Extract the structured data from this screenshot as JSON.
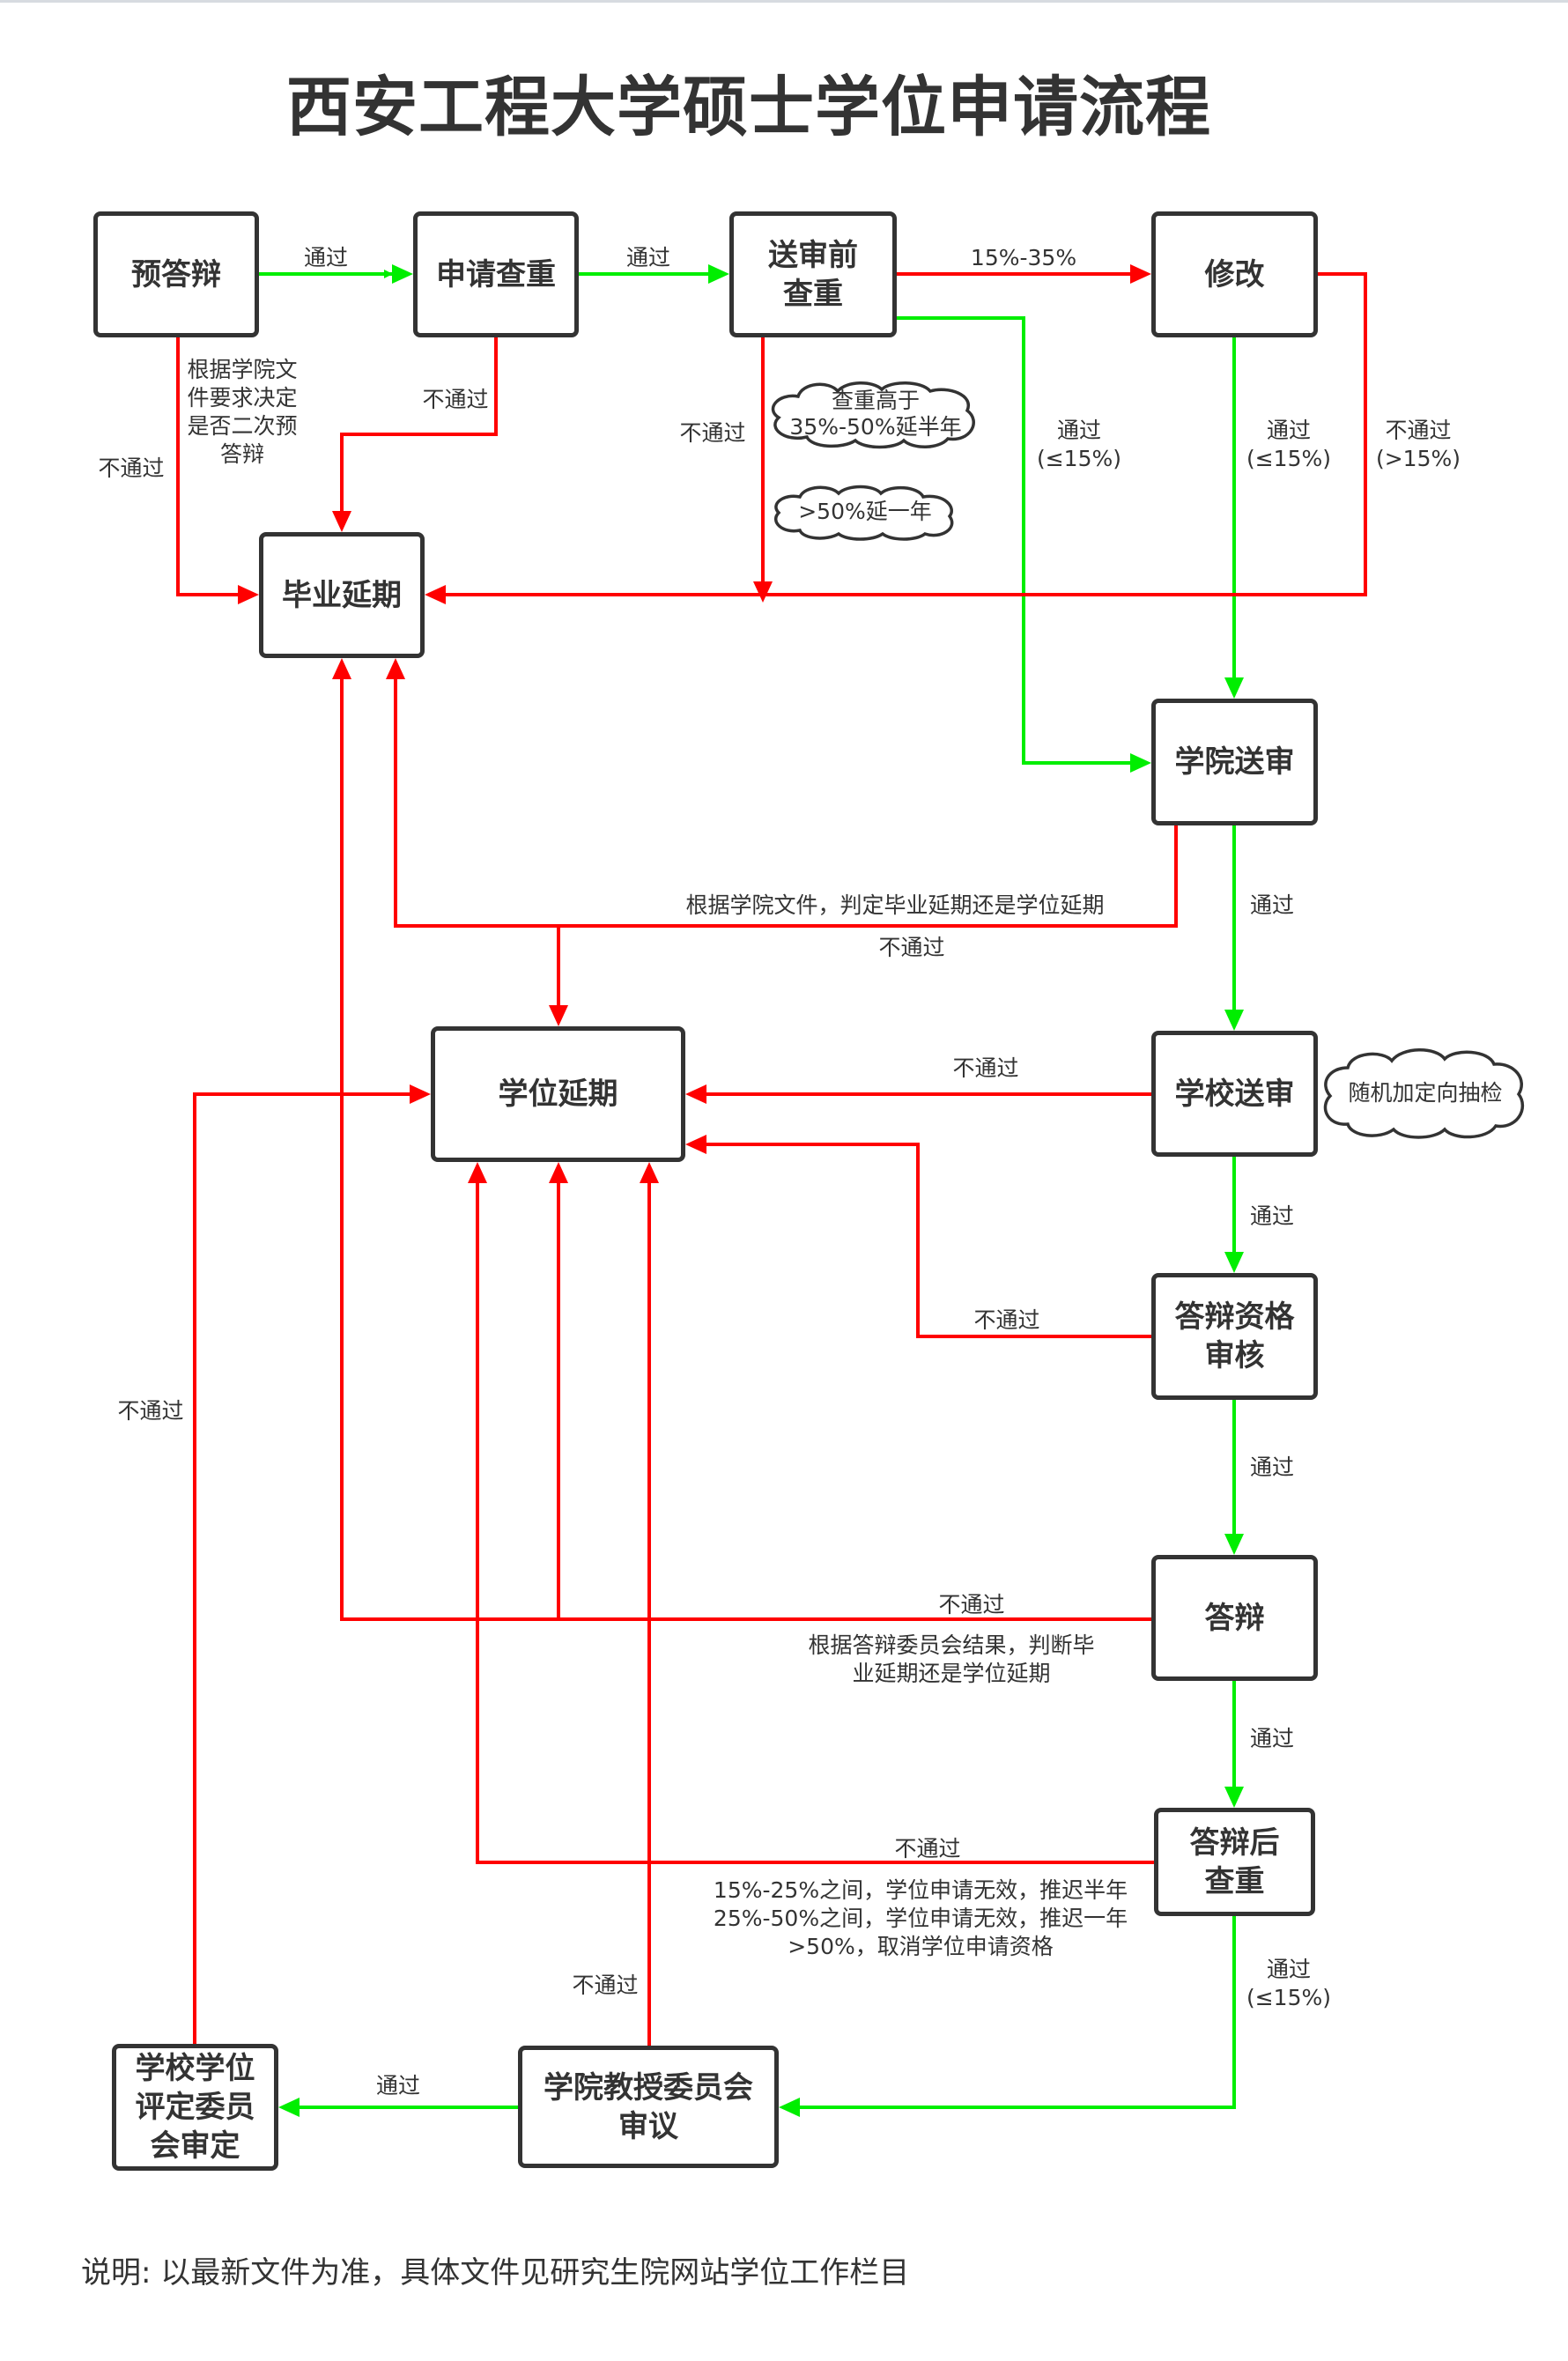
{
  "title": "西安工程大学硕士学位申请流程",
  "colors": {
    "pass": "#00ee00",
    "fail": "#ff0000",
    "node_border": "#333333",
    "text": "#333333"
  },
  "nodes": {
    "pre_defense": "预答辩",
    "apply_check": "申请查重",
    "pre_review_check": "送审前\n查重",
    "revise": "修改",
    "graduation_delay": "毕业延期",
    "college_review": "学院送审",
    "degree_delay": "学位延期",
    "school_review": "学校送审",
    "defense_qualification": "答辩资格\n审核",
    "defense": "答辩",
    "post_defense_check": "答辩后\n查重",
    "college_professor_committee": "学院教授委员会\n审议",
    "school_degree_committee": "学校学位\n评定委员\n会审定"
  },
  "edges": {
    "pre_to_apply": "通过",
    "apply_to_prereview": "通过",
    "prereview_to_revise": "15%-35%",
    "pre_fail": "不通过",
    "pre_fail_note": "根据学院文\n件要求决定\n是否二次预\n答辩",
    "apply_fail": "不通过",
    "prereview_fail": "不通过",
    "prereview_pass": "通过\n(≤15%)",
    "revise_pass": "通过\n(≤15%)",
    "revise_fail": "不通过\n(>15%)",
    "college_fail_note": "根据学院文件，判定毕业延期还是学位延期",
    "college_fail": "不通过",
    "college_pass": "通过",
    "school_fail": "不通过",
    "school_pass": "通过",
    "qualification_fail": "不通过",
    "qualification_pass": "通过",
    "defense_fail": "不通过",
    "defense_fail_note": "根据答辩委员会结果，判断毕\n业延期还是学位延期",
    "defense_pass": "通过",
    "post_check_fail": "不通过",
    "post_check_fail_note": "15%-25%之间，学位申请无效，推迟半年\n25%-50%之间，学位申请无效，推迟一年\n>50%，取消学位申请资格",
    "post_check_pass": "通过\n(≤15%)",
    "professor_fail": "不通过",
    "professor_pass": "通过",
    "school_committee_fail": "不通过"
  },
  "clouds": {
    "half_year": "查重高于\n35%-50%延半年",
    "one_year": ">50%延一年",
    "random_check": "随机加定向抽检"
  },
  "note": "说明: 以最新文件为准，具体文件见研究生院网站学位工作栏目"
}
